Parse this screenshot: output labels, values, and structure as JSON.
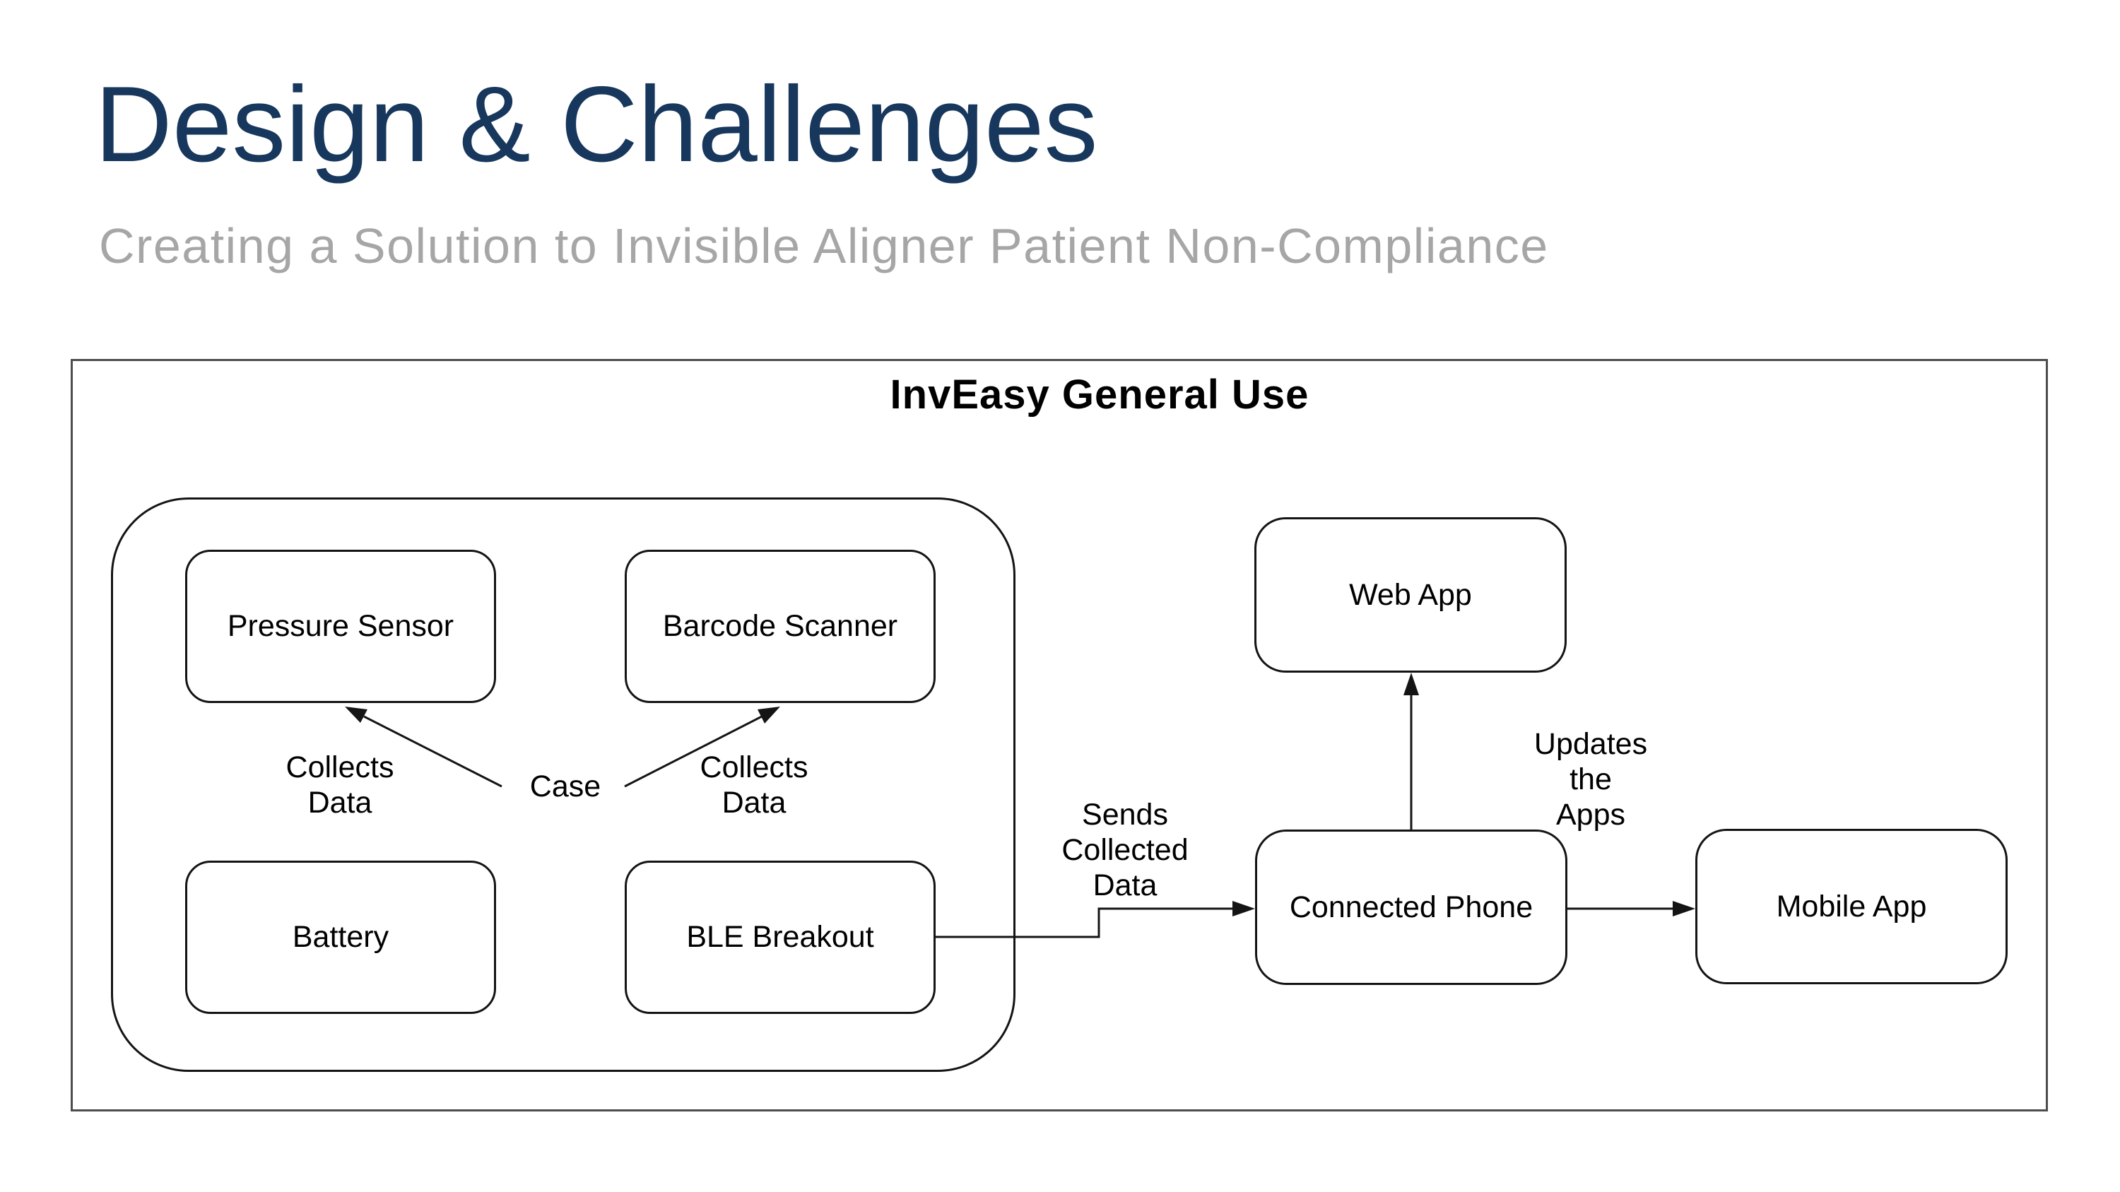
{
  "slide": {
    "title": "Design & Challenges",
    "subtitle": "Creating a Solution to Invisible Aligner Patient Non-Compliance"
  },
  "diagram": {
    "title": "InvEasy General Use",
    "nodes": {
      "pressure_sensor": "Pressure Sensor",
      "barcode_scanner": "Barcode Scanner",
      "battery": "Battery",
      "ble_breakout": "BLE Breakout",
      "web_app": "Web App",
      "connected_phone": "Connected Phone",
      "mobile_app": "Mobile App"
    },
    "labels": {
      "collects_data_left": "Collects\nData",
      "case": "Case",
      "collects_data_right": "Collects\nData",
      "sends_collected_data": "Sends\nCollected\nData",
      "updates_the_apps": "Updates\nthe\nApps"
    },
    "edges": [
      {
        "from": "Case",
        "to": "Pressure Sensor",
        "label": "Collects Data"
      },
      {
        "from": "Case",
        "to": "Barcode Scanner",
        "label": "Collects Data"
      },
      {
        "from": "BLE Breakout",
        "to": "Connected Phone",
        "label": "Sends Collected Data"
      },
      {
        "from": "Connected Phone",
        "to": "Web App",
        "label": "Updates the Apps"
      },
      {
        "from": "Connected Phone",
        "to": "Mobile App",
        "label": "Updates the Apps"
      }
    ]
  },
  "colors": {
    "title": "#17375D",
    "subtitle": "#A6A6A6",
    "diagram_ink": "#141414",
    "frame_border": "#4D4D4D",
    "background": "#FFFFFF"
  }
}
